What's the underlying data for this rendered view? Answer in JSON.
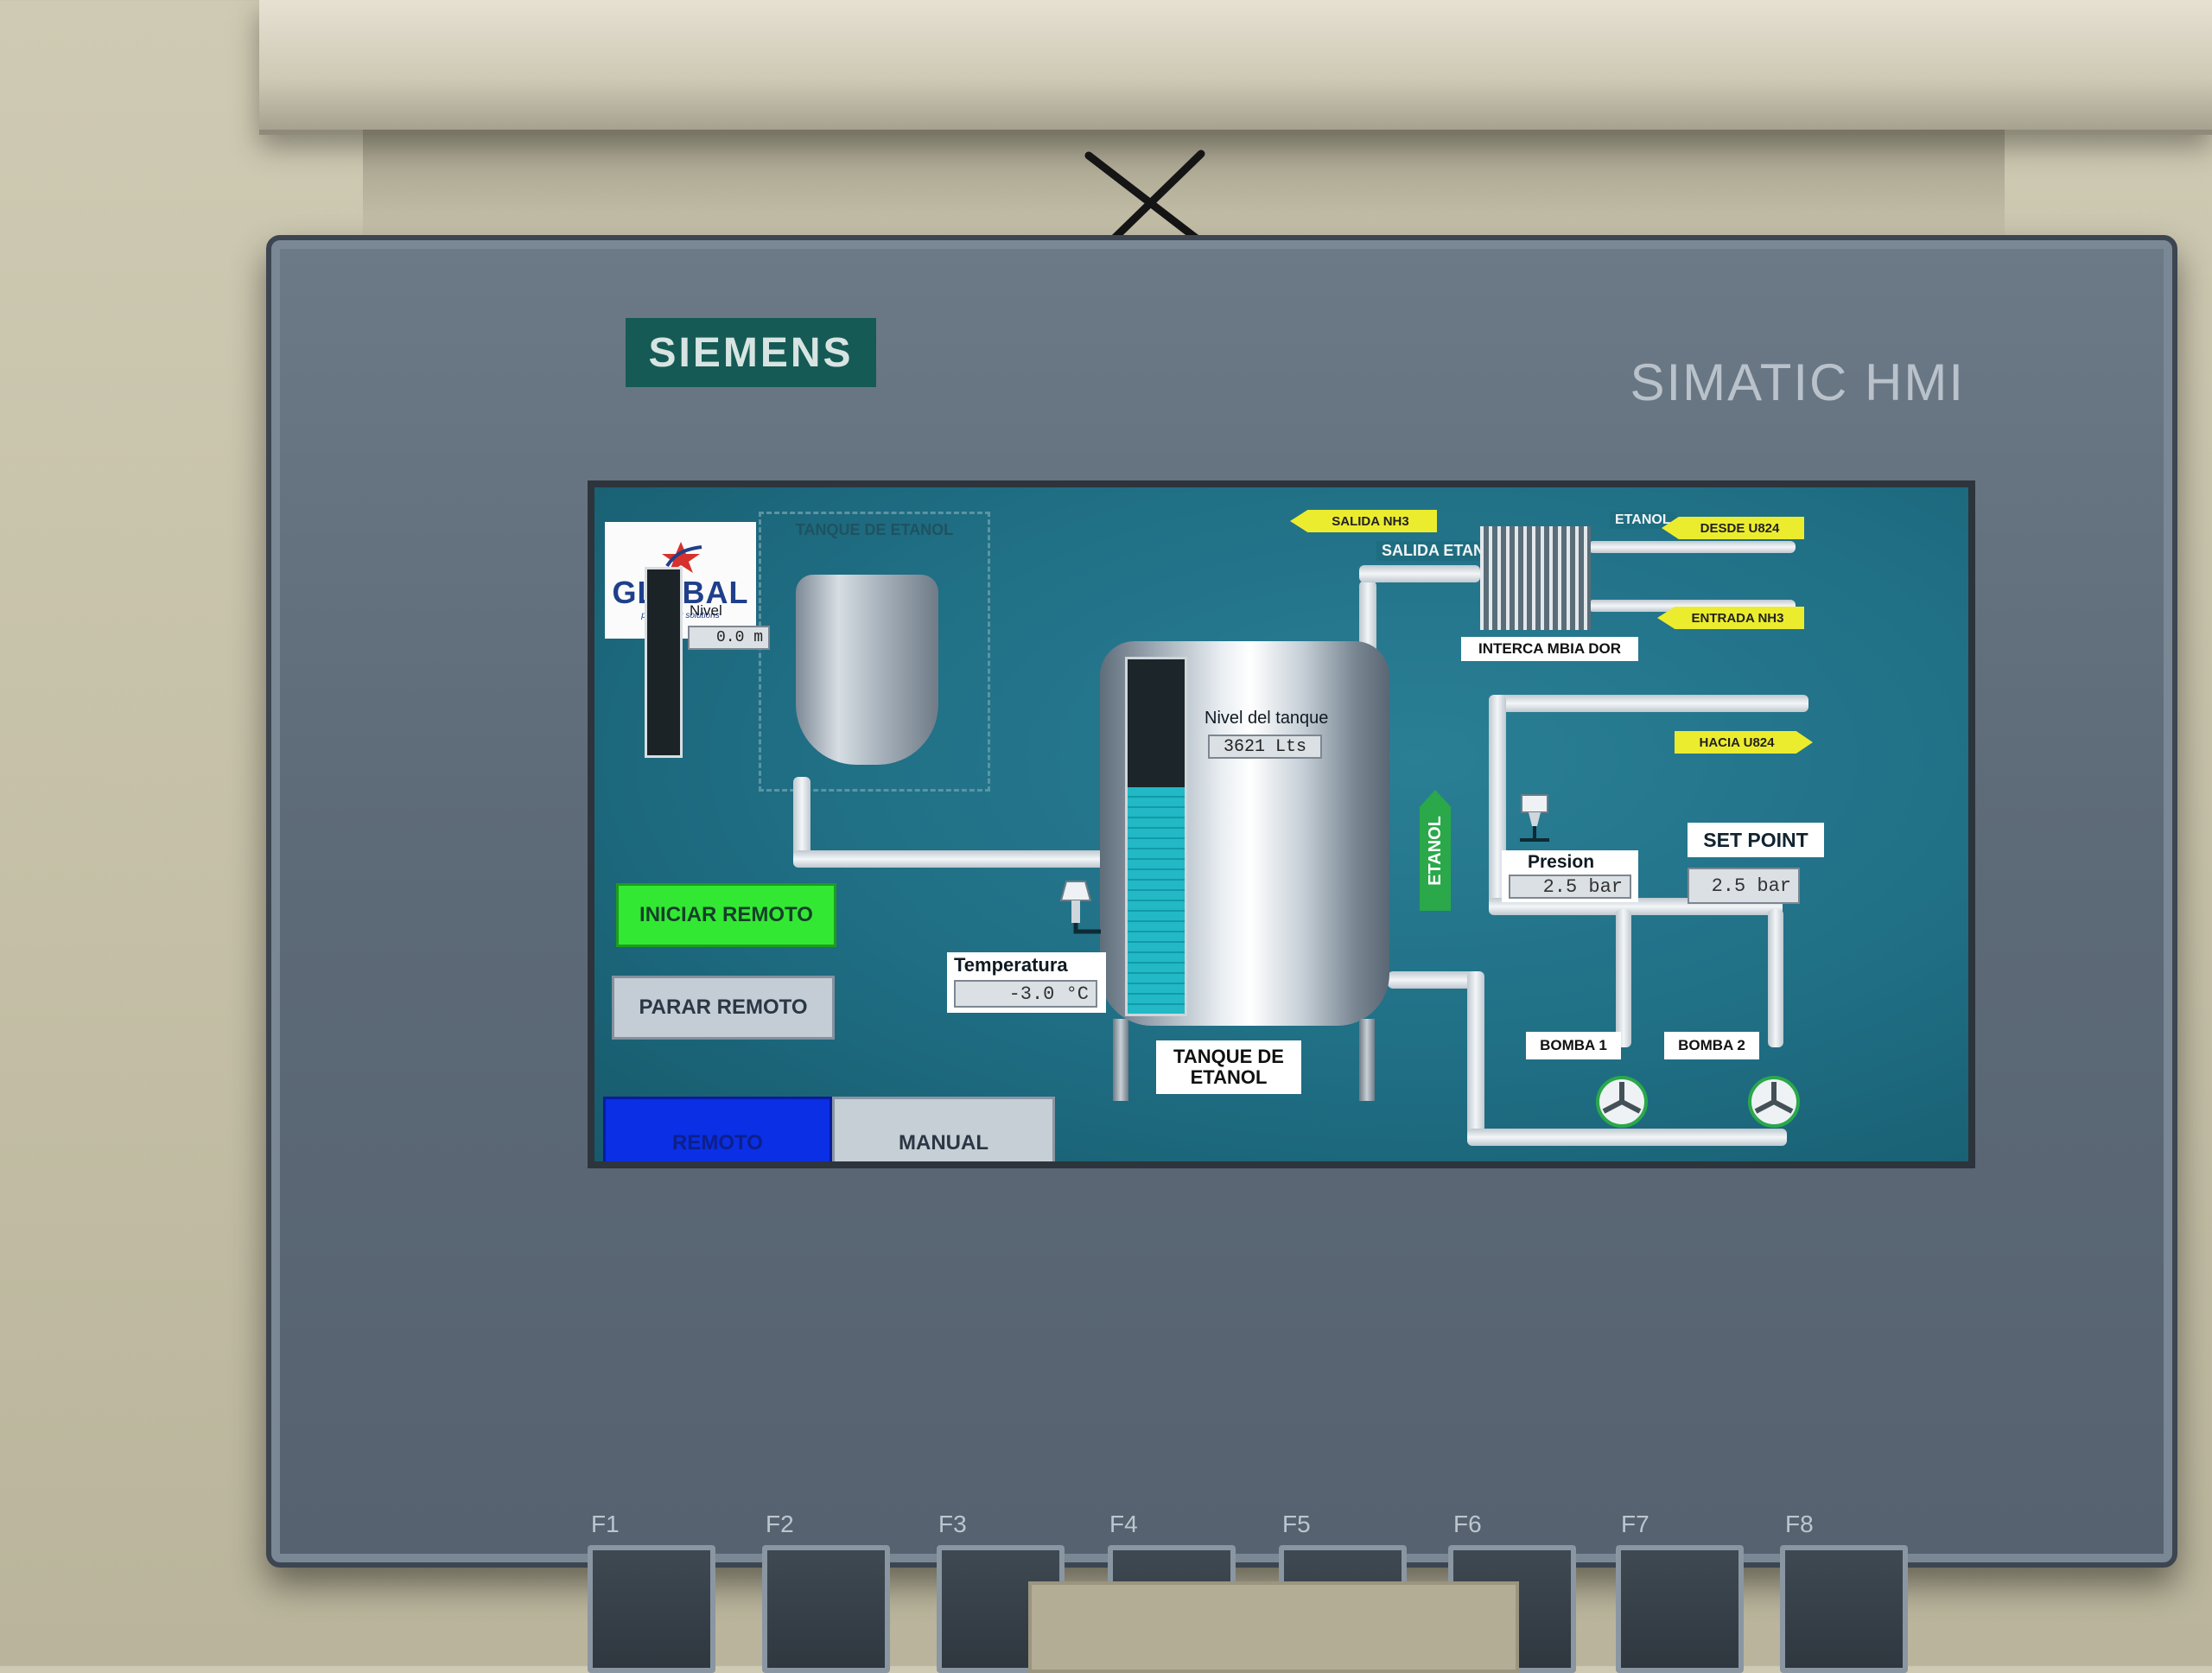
{
  "device": {
    "brand": "SIEMENS",
    "product": "SIMATIC HMI"
  },
  "logo": {
    "name": "GLOBAL",
    "tagline": "processing solutions"
  },
  "small_tank": {
    "title": "TANQUE DE ETANOL",
    "level_label": "Nivel",
    "level_value": "0.0  m",
    "fill_fraction": 0.0
  },
  "main_tank": {
    "title": "TANQUE DE ETANOL",
    "level_label": "Nivel del tanque",
    "level_value": "3621  Lts",
    "fill_fraction": 0.64
  },
  "tags": {
    "salida_nh3": "SALIDA NH3",
    "salida_etanol": "SALIDA ETANOL",
    "etanol": "ETANOL",
    "desde_u824": "DESDE U824",
    "entrada_nh3": "ENTRADA NH3",
    "hacia_u824": "HACIA U824",
    "etanol_vertical": "ETANOL"
  },
  "heat_exchanger": {
    "label": "INTERCA MBIA DOR"
  },
  "buttons": {
    "start_remote": "INICIAR REMOTO",
    "stop_remote": "PARAR REMOTO",
    "remote": "REMOTO",
    "manual": "MANUAL"
  },
  "temperature": {
    "label": "Temperatura",
    "value": "-3.0  °C"
  },
  "pressure": {
    "label": "Presion",
    "value": "2.5  bar"
  },
  "setpoint": {
    "label": "SET POINT",
    "value": "2.5  bar"
  },
  "pumps": [
    {
      "label": "BOMBA 1"
    },
    {
      "label": "BOMBA 2"
    }
  ],
  "function_keys": [
    "F1",
    "F2",
    "F3",
    "F4",
    "F5",
    "F6",
    "F7",
    "F8"
  ],
  "colors": {
    "screen_bg": "#1f6e84",
    "start_green": "#33e833",
    "remote_blue": "#0a2fe4",
    "tag_yellow": "#ecec2f",
    "brand_green": "#155a55"
  }
}
